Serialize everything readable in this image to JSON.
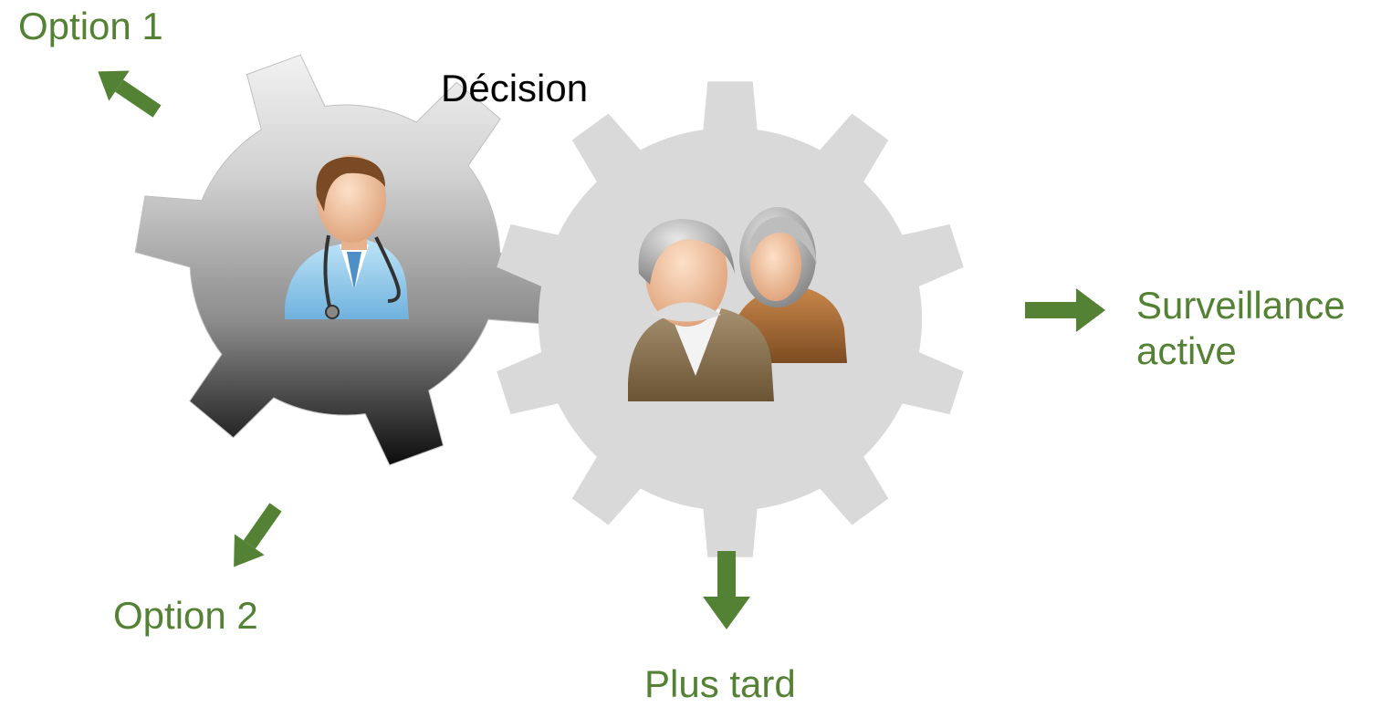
{
  "labels": {
    "option1": "Option 1",
    "option2": "Option 2",
    "decision": "Décision",
    "surveillance_line1": "Surveillance",
    "surveillance_line2": "active",
    "plus_tard": "Plus tard"
  },
  "icons": {
    "left_gear": "gear-icon",
    "right_gear": "gear-icon",
    "doctor": "doctor-icon",
    "patients": "elderly-couple-icon",
    "arrows": "arrow-icon"
  },
  "colors": {
    "accent_green": "#548235",
    "gear_light": "#d9d9d9",
    "text_black": "#000000"
  }
}
